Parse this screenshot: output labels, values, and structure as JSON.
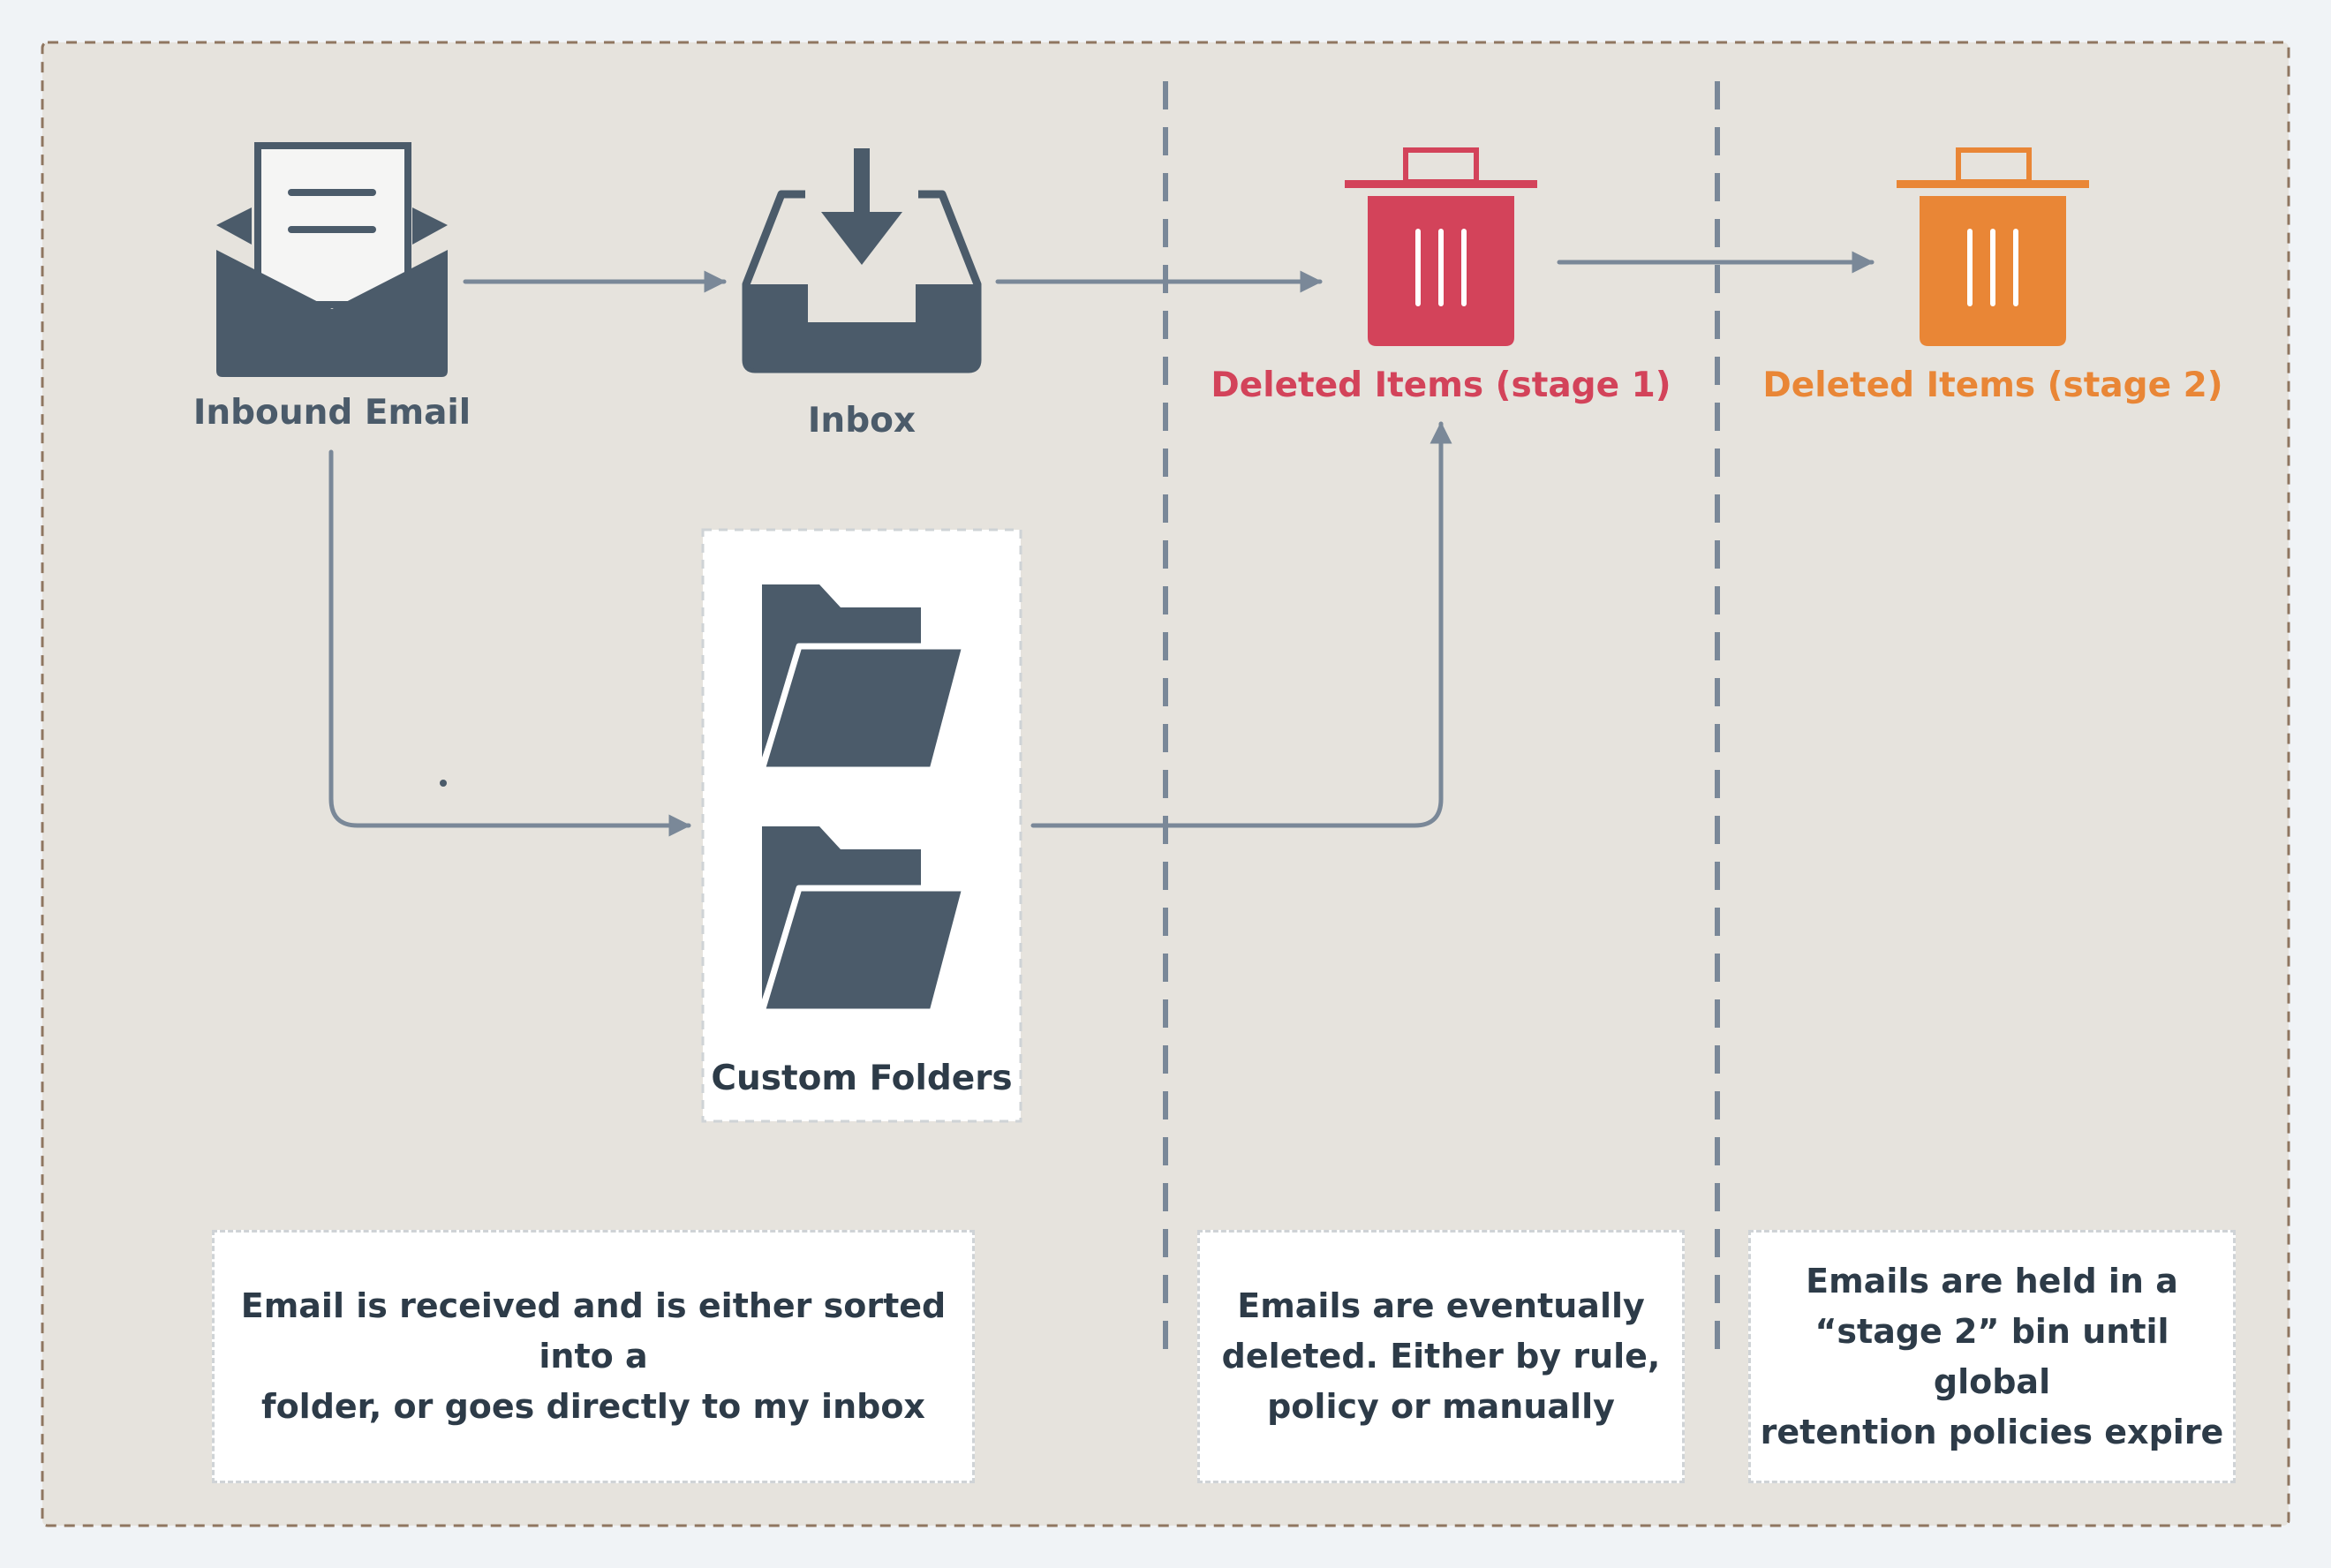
{
  "colors": {
    "page_bg": "#f0f3f6",
    "panel_bg": "#e6e3dd",
    "panel_border": "#8f7660",
    "icon_dark": "#4b5b6a",
    "arrow": "#7a8898",
    "divider": "#7a8898",
    "stage1": "#d3435a",
    "stage2": "#e98636",
    "text_dark": "#2d3b48"
  },
  "nodes": {
    "inbound_email": {
      "label": "Inbound Email",
      "icon": "envelope-open-icon"
    },
    "inbox": {
      "label": "Inbox",
      "icon": "inbox-tray-icon"
    },
    "deleted_stage1": {
      "label": "Deleted Items (stage 1)",
      "icon": "trash-bin-icon"
    },
    "deleted_stage2": {
      "label": "Deleted Items (stage 2)",
      "icon": "trash-bin-icon"
    },
    "custom_folders": {
      "label": "Custom Folders",
      "icon": "folder-open-icon"
    }
  },
  "descriptions": {
    "received": "Email is received and is either sorted into a\nfolder, or goes directly to my inbox",
    "deleted": "Emails are eventually\ndeleted. Either by rule,\npolicy or manually",
    "held": "Emails are held in a\n“stage 2” bin until global\nretention policies expire"
  },
  "edges": [
    {
      "from": "inbound_email",
      "to": "inbox"
    },
    {
      "from": "inbox",
      "to": "deleted_stage1"
    },
    {
      "from": "deleted_stage1",
      "to": "deleted_stage2"
    },
    {
      "from": "inbound_email",
      "to": "custom_folders"
    },
    {
      "from": "custom_folders",
      "to": "deleted_stage1"
    }
  ]
}
